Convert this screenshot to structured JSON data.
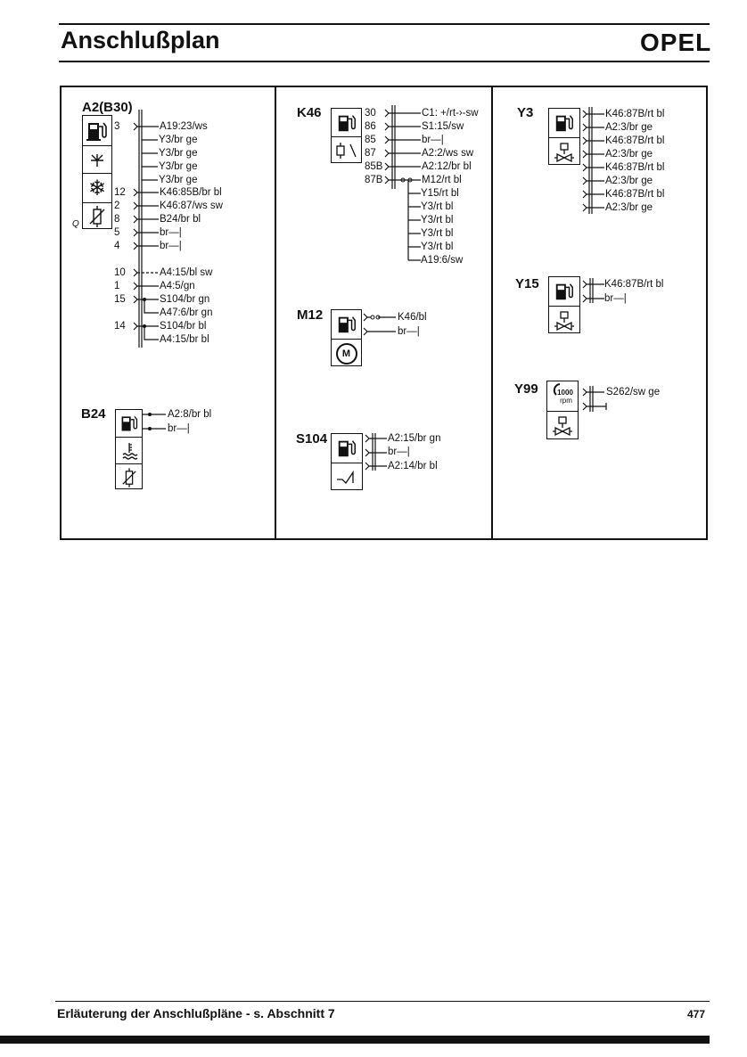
{
  "header": {
    "title": "Anschlußplan",
    "brand": "OPEL"
  },
  "footer": {
    "text": "Erläuterung der Anschlußpläne - s. Abschnitt 7",
    "page": "477"
  },
  "components": {
    "a2": {
      "name": "A2(B30)",
      "side_mark": "Q",
      "pins": [
        "3",
        "12",
        "2",
        "8",
        "5",
        "4",
        "10",
        "1",
        "15",
        "14"
      ],
      "labels": [
        "A19:23/ws",
        "Y3/br ge",
        "Y3/br ge",
        "Y3/br ge",
        "Y3/br ge",
        "K46:85B/br bl",
        "K46:87/ws sw",
        "B24/br bl",
        "br—|",
        "br—|",
        "A4:15/bl sw",
        "A4:5/gn",
        "S104/br gn",
        "A47:6/br gn",
        "S104/br bl",
        "A4:15/br bl"
      ]
    },
    "b24": {
      "name": "B24",
      "labels": [
        "A2:8/br bl",
        "br—|"
      ]
    },
    "k46": {
      "name": "K46",
      "pins": [
        "30",
        "86",
        "85",
        "87",
        "85B",
        "87B"
      ],
      "labels": [
        "C1: +/rt-›-sw",
        "S1:15/sw",
        "br—|",
        "A2:2/ws sw",
        "A2:12/br bl",
        "M12/rt bl",
        "Y15/rt bl",
        "Y3/rt bl",
        "Y3/rt bl",
        "Y3/rt bl",
        "Y3/rt bl",
        "A19:6/sw"
      ]
    },
    "m12": {
      "name": "M12",
      "motor": "M",
      "labels": [
        "K46/bl",
        "br—|"
      ]
    },
    "s104": {
      "name": "S104",
      "labels": [
        "A2:15/br gn",
        "br—|",
        "A2:14/br bl"
      ]
    },
    "y3": {
      "name": "Y3",
      "labels": [
        "K46:87B/rt bl",
        "A2:3/br ge",
        "K46:87B/rt bl",
        "A2:3/br ge",
        "K46:87B/rt bl",
        "A2:3/br ge",
        "K46:87B/rt bl",
        "A2:3/br ge"
      ]
    },
    "y15": {
      "name": "Y15",
      "labels": [
        "K46:87B/rt bl",
        "br—|"
      ]
    },
    "y99": {
      "name": "Y99",
      "rpm_value": "1000",
      "rpm_unit": "rpm",
      "labels": [
        "S262/sw ge"
      ]
    }
  },
  "icons": [
    "fuel-pump-icon",
    "sun-icon",
    "snowflake-icon",
    "varistor-icon",
    "thermometer-icon",
    "relay-coil-icon",
    "relay-switch-icon",
    "motor-icon",
    "switch-icon",
    "valve-icon",
    "rpm-icon"
  ]
}
